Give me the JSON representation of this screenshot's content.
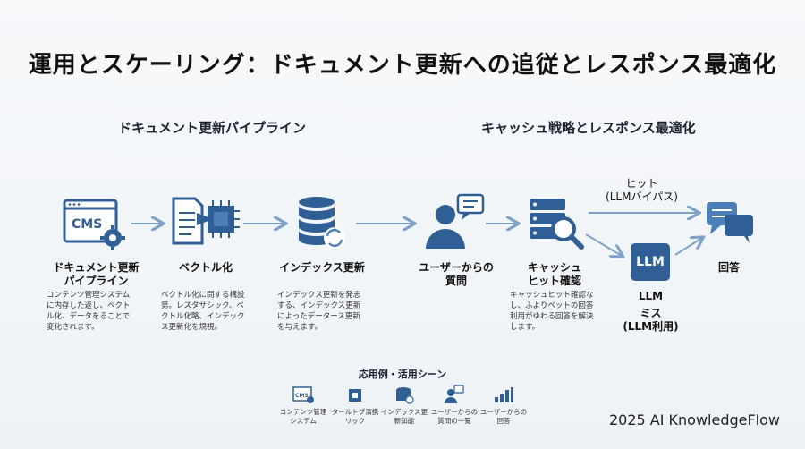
{
  "title": "運用とスケーリング：ドキュメント更新への追従とレスポンス最適化",
  "sections": {
    "pipeline": "ドキュメント更新パイプライン",
    "cache": "キャッシュ戦略とレスポンス最適化"
  },
  "nodes": {
    "cms": {
      "label1": "ドキュメント更新",
      "label2": "パイプライン",
      "icon_text": "CMS",
      "desc1": "コンテンツ管理システム",
      "desc2": "に内存した返し、ベクト",
      "desc3": "ル化、データをることで",
      "desc4": "変化されます。"
    },
    "vector": {
      "label1": "ベクトル化",
      "desc1": "ベクトル化に問する構設",
      "desc2": "第。レスタサシック、ベ",
      "desc3": "クトル化略、インデック",
      "desc4": "ス更新化を規視。"
    },
    "index": {
      "label1": "インデックス更新",
      "desc1": "インデックス更新を発志",
      "desc2": "する、インデックス更新",
      "desc3": "によったデータース更新",
      "desc4": "を与えます。"
    },
    "question": {
      "label1": "ユーザーからの",
      "label2": "質問"
    },
    "cachecheck": {
      "label1": "キャッシュ",
      "label2": "ヒット確認",
      "desc1": "キャッシュヒット確認な",
      "desc2": "し、ふよりベットの回答",
      "desc3": "利用がゆわる回答を解決",
      "desc4": "します。"
    },
    "llm": {
      "icon_text": "LLM",
      "label1": "LLM",
      "label2": "ミス",
      "label3": "(LLM利用)"
    },
    "answer": {
      "label1": "回答"
    }
  },
  "hit": {
    "label1": "ヒット",
    "label2": "(LLMバイパス)"
  },
  "usecases": {
    "heading": "応用例・活用シーン",
    "items": [
      {
        "l1": "コンテンツ管理",
        "l2": "システム",
        "icon": "cms-icon",
        "icon_text": "CMS"
      },
      {
        "l1": "タールトブ演携",
        "l2": "リック",
        "icon": "chip-icon"
      },
      {
        "l1": "インデックス更",
        "l2": "新知能",
        "icon": "database-icon"
      },
      {
        "l1": "ユーザーからの",
        "l2": "質問の一覧",
        "icon": "user-question-icon"
      },
      {
        "l1": "ユーザーからの",
        "l2": "回答",
        "icon": "bar-chart-icon"
      }
    ]
  },
  "credit": "2025 AI KnowledgeFlow",
  "colors": {
    "primary": "#2f5f94",
    "arrow": "#7fa3c8",
    "dark": "#1f3e64"
  }
}
